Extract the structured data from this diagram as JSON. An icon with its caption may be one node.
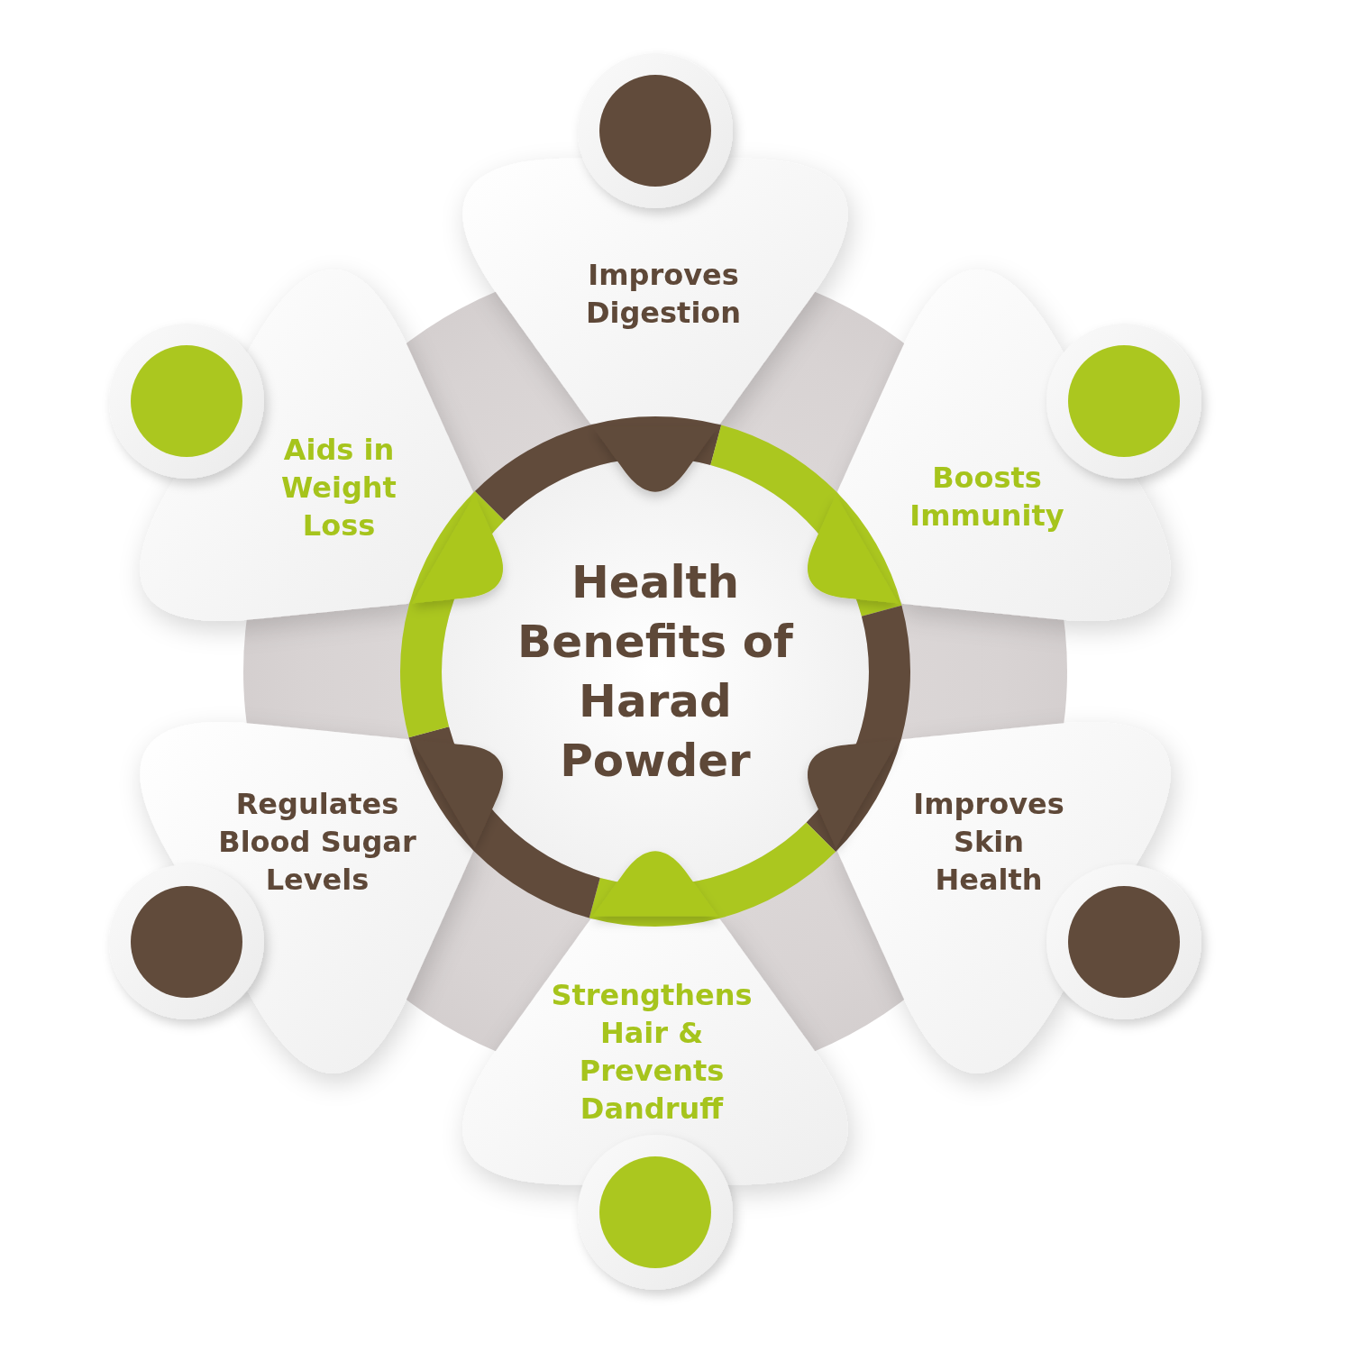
{
  "diagram": {
    "nodes": [
      {
        "text": [
          "Health Benefits of Harad Powder"
        ]
      },
      {
        "text": [
          "Improves Digestion"
        ]
      },
      {
        "text": [
          "Boosts Immunity"
        ]
      },
      {
        "text": [
          "Improves Skin Health"
        ]
      },
      {
        "text": [
          "Strengthens Hair & Prevents Dandruff"
        ]
      },
      {
        "text": [
          "Regulates Blood Sugar Levels"
        ]
      },
      {
        "text": [
          "Aids in Weight Loss"
        ]
      }
    ]
  }
}
